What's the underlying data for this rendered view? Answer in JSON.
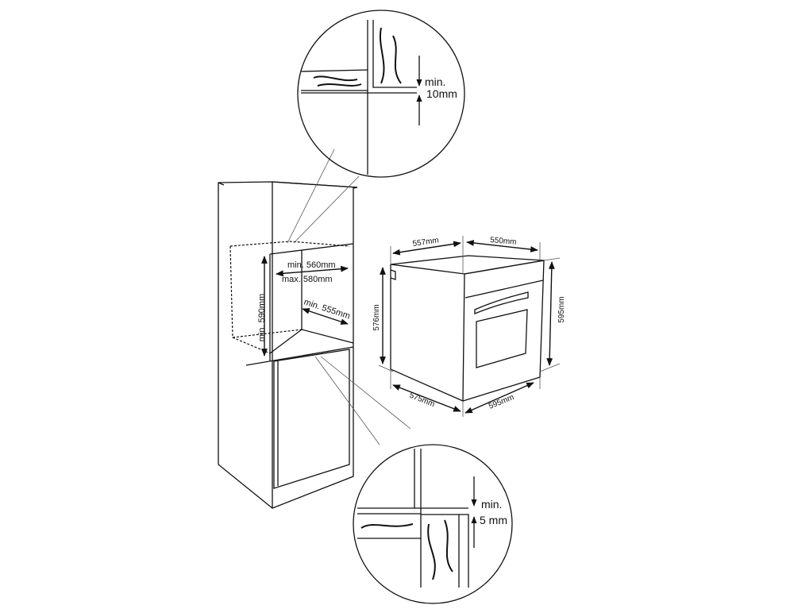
{
  "cabinet": {
    "top_gap_label_1": "min.",
    "top_gap_label_2": "10mm",
    "width_min": "min. 560mm",
    "width_max": "max. 580mm",
    "height_min": "min. 590mm",
    "depth_min": "min. 555mm",
    "bottom_gap_label_1": "min.",
    "bottom_gap_label_2": "5 mm"
  },
  "oven": {
    "top_depth": "557mm",
    "top_width": "550mm",
    "body_height": "576mm",
    "front_height": "595mm",
    "bottom_depth": "575mm",
    "front_width": "595mm"
  }
}
